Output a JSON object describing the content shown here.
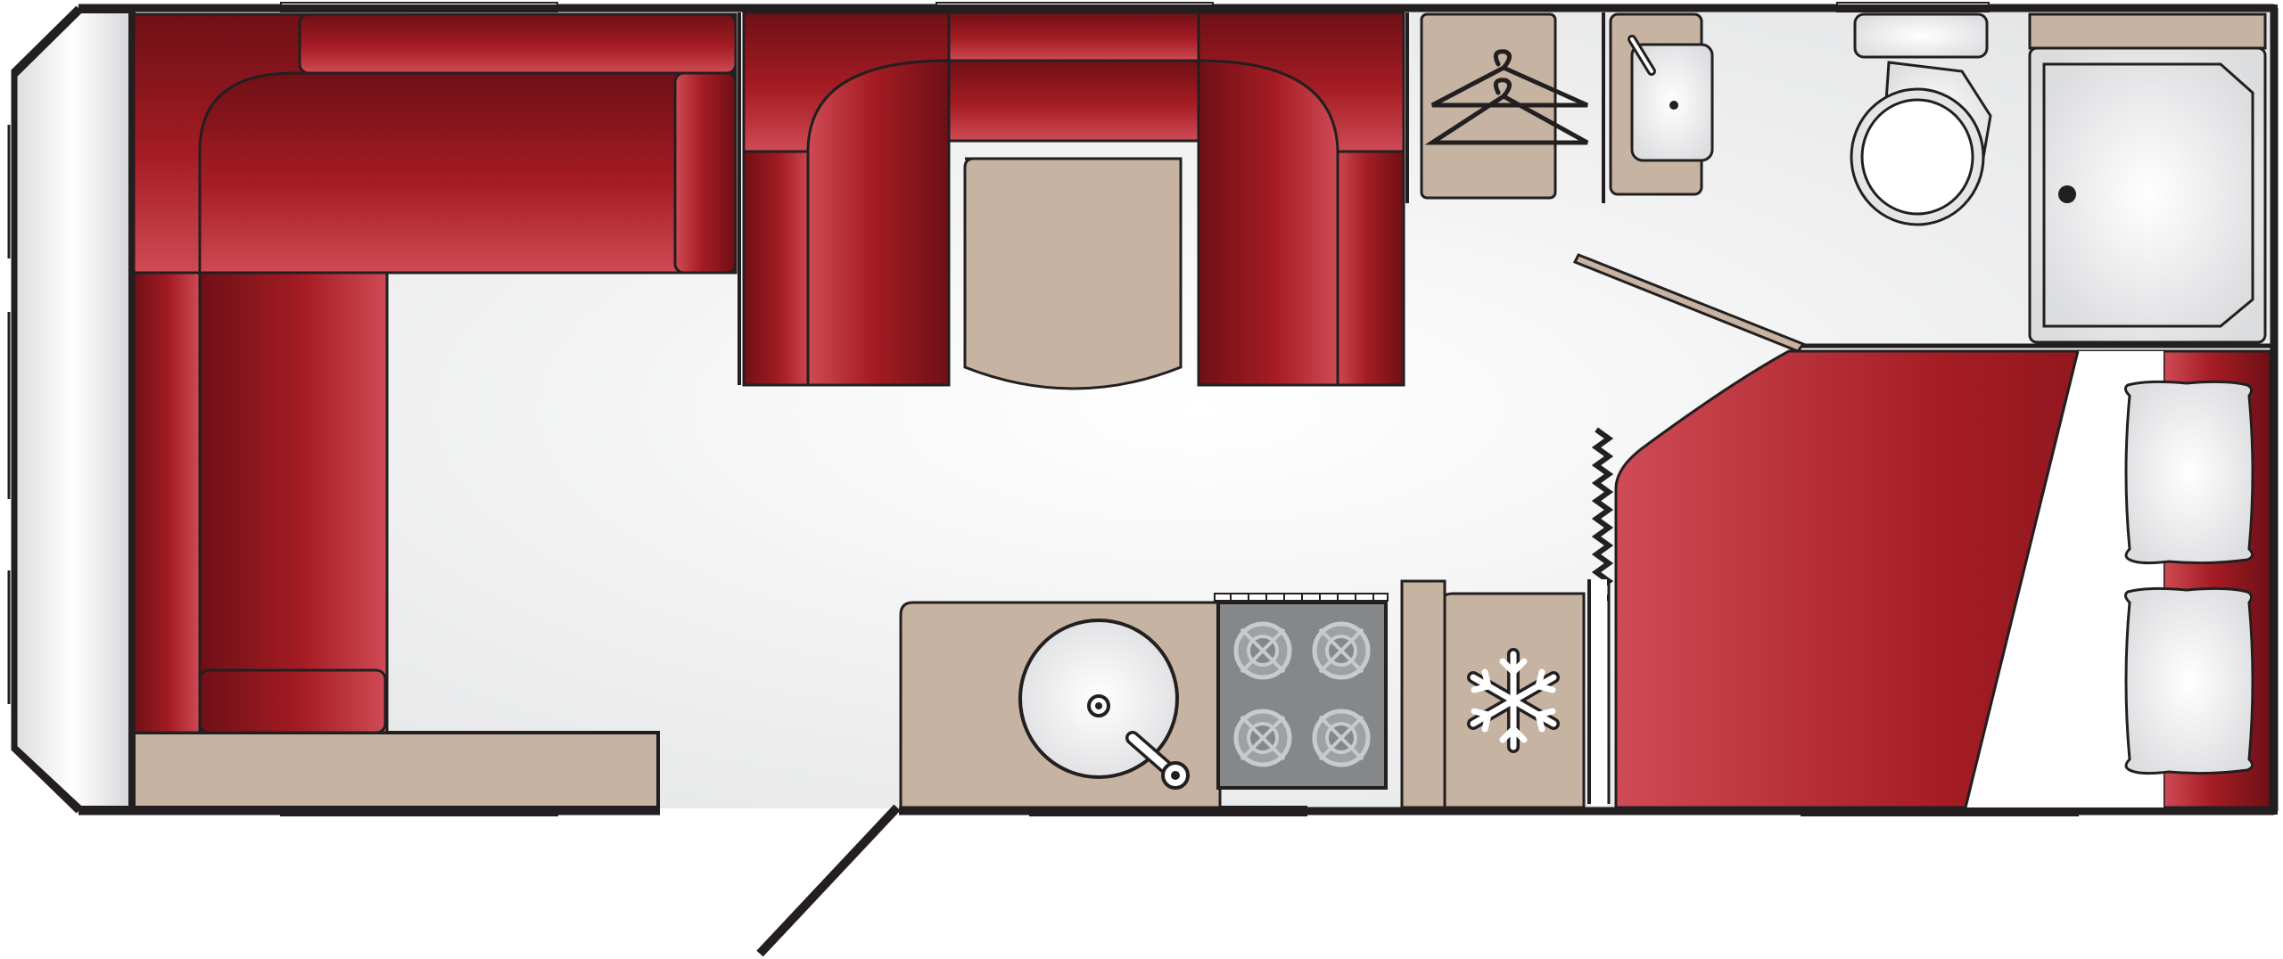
{
  "diagram": {
    "type": "caravan-floor-plan",
    "colors": {
      "outline": "#231f20",
      "upholstery_dark": "#6e1016",
      "upholstery_mid": "#a51c24",
      "upholstery_light": "#cf4b55",
      "cabinet": "#c6b3a1",
      "floor": "#e7e8e9",
      "sink_white": "#ffffff",
      "hob_grey": "#858789",
      "burner_grey": "#c8cacb",
      "window": "#ffffff"
    },
    "zones": [
      {
        "id": "front-lounge",
        "contents": [
          "l-shaped-sofa",
          "front-chest",
          "front-window-panel"
        ]
      },
      {
        "id": "dinette",
        "contents": [
          "dinette-bench-left",
          "dinette-bench-right",
          "dinette-table"
        ]
      },
      {
        "id": "kitchen",
        "contents": [
          "kitchen-sink",
          "four-burner-hob",
          "fridge"
        ]
      },
      {
        "id": "washroom",
        "contents": [
          "toilet",
          "washbasin",
          "shower-tray"
        ]
      },
      {
        "id": "rear-bedroom",
        "contents": [
          "double-bed",
          "pillows",
          "wardrobe"
        ]
      }
    ],
    "icons": [
      "coat-hanger-icon",
      "snowflake-icon",
      "gas-burner-icon",
      "tap-icon",
      "drain-icon"
    ]
  }
}
